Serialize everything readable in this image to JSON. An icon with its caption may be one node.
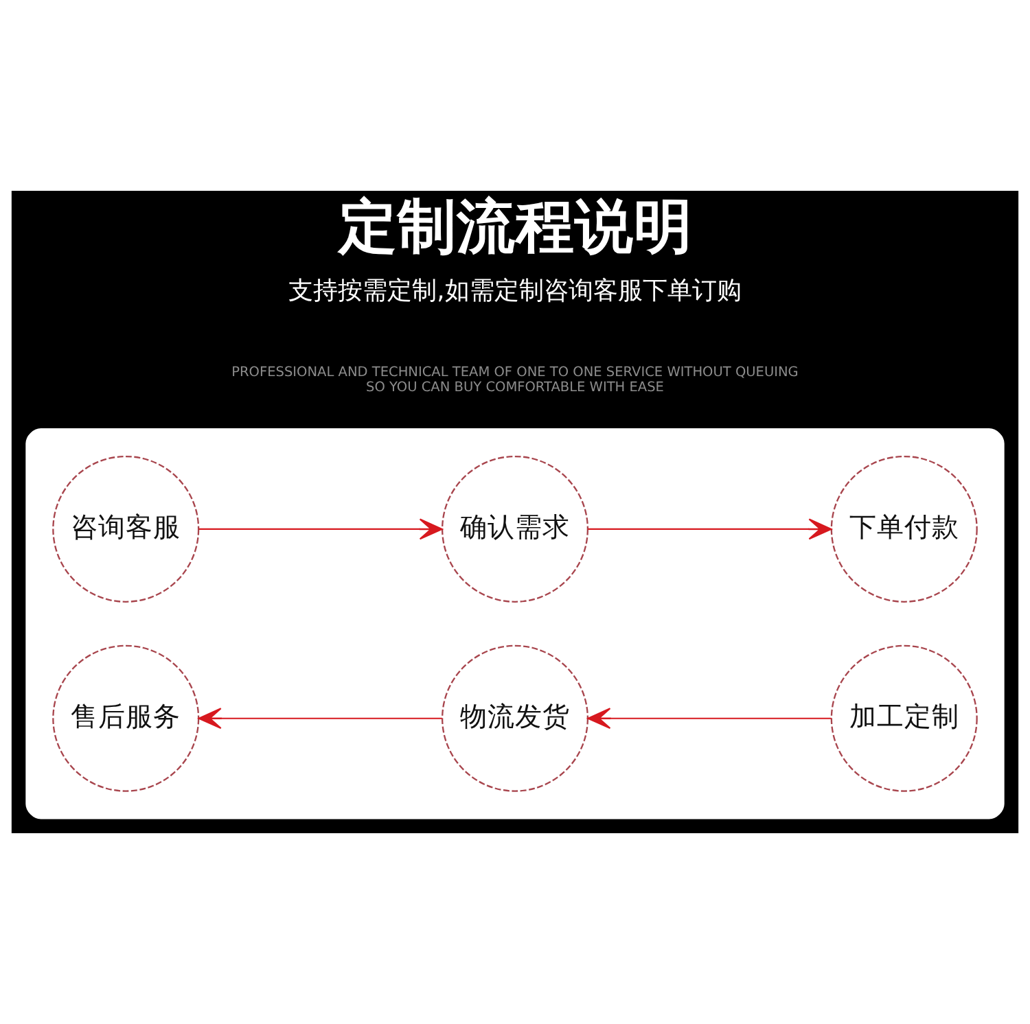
{
  "diagram": {
    "title": "定制流程说明",
    "nodes": [
      {
        "text": [],
        "shape": "box"
      },
      {
        "text": [
          "咨询客服"
        ],
        "in": 0
      },
      {
        "text": [
          "确认需求"
        ],
        "in": 0
      },
      {
        "text": [
          "下单付款"
        ],
        "in": 0
      },
      {
        "text": [
          "售后服务"
        ],
        "in": 0
      },
      {
        "text": [
          "物流发货"
        ],
        "in": 0
      },
      {
        "text": [
          "加工定制"
        ],
        "in": 0
      }
    ],
    "edges": [
      {
        "from": 1,
        "to": 2,
        "arrow": "to"
      },
      {
        "from": 2,
        "to": 3,
        "arrow": "to"
      },
      {
        "from": 6,
        "to": 5,
        "arrow": "to"
      },
      {
        "from": 5,
        "to": 4,
        "arrow": "to"
      }
    ],
    "labels": [
      "支持按需定制,如需定制咨询客服下单订购",
      "PROFESSIONAL AND TECHNICAL TEAM OF ONE TO ONE SERVICE WITHOUT QUEUING SO YOU CAN BUY COMFORTABLE WITH EASE"
    ]
  }
}
